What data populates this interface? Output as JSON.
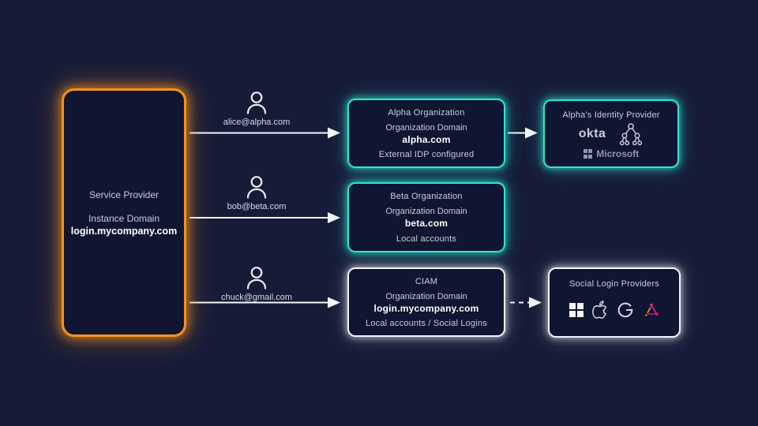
{
  "colors": {
    "background": "#161b38",
    "box_fill": "#101631",
    "accent_orange": "#f5921e",
    "accent_teal": "#2ee6cf",
    "accent_white": "#f2f4fd",
    "text_light": "#c7ccdd",
    "text_white": "#ffffff",
    "logo_magenta": "#e0188e",
    "logo_orange": "#f08a1d"
  },
  "service_provider": {
    "title": "Service Provider",
    "domain_label": "Instance Domain",
    "domain": "login.mycompany.com"
  },
  "users": [
    {
      "email": "alice@alpha.com"
    },
    {
      "email": "bob@beta.com"
    },
    {
      "email": "chuck@gmail.com"
    }
  ],
  "organizations": [
    {
      "title": "Alpha Organization",
      "domain_label": "Organization Domain",
      "domain": "alpha.com",
      "footer": "External IDP configured"
    },
    {
      "title": "Beta Organization",
      "domain_label": "Organization Domain",
      "domain": "beta.com",
      "footer": "Local accounts"
    },
    {
      "title": "CIAM",
      "domain_label": "Organization Domain",
      "domain": "login.mycompany.com",
      "footer": "Local accounts / Social Logins"
    }
  ],
  "identity_provider": {
    "title": "Alpha's Identity Provider",
    "okta_label": "okta",
    "microsoft_label": "Microsoft",
    "icons": [
      "okta-logo",
      "directory-tree-icon",
      "microsoft-logo"
    ]
  },
  "social_providers": {
    "title": "Social  Login Providers",
    "icons": [
      "microsoft-icon",
      "apple-icon",
      "google-icon",
      "triangle-logo-icon"
    ]
  }
}
